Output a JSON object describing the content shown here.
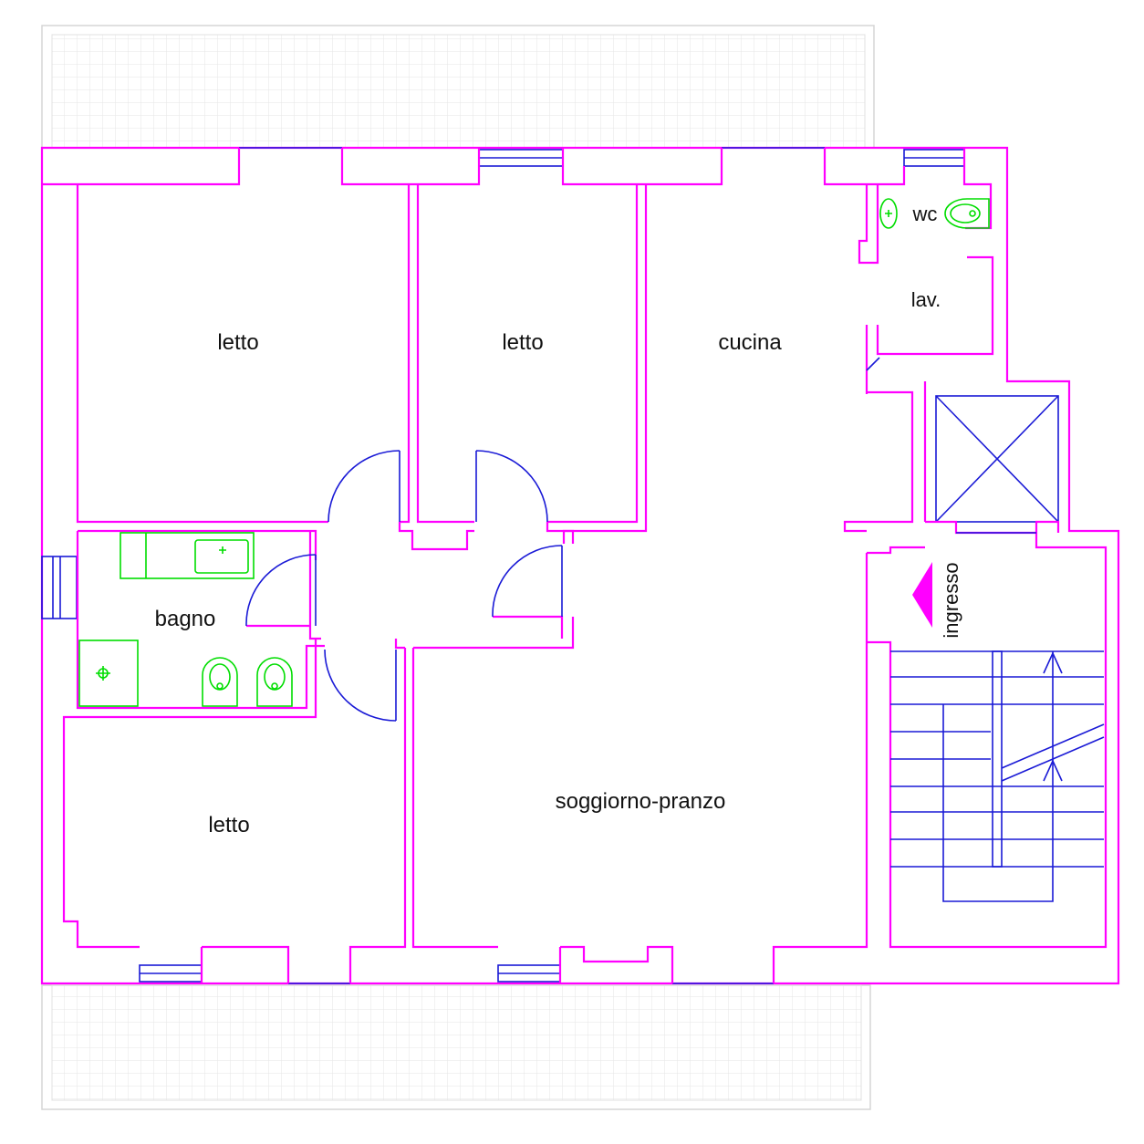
{
  "rooms": {
    "letto_1": "letto",
    "letto_2": "letto",
    "cucina": "cucina",
    "wc": "wc",
    "lavanderia": "lav.",
    "bagno": "bagno",
    "letto_3": "letto",
    "soggiorno": "soggiorno-pranzo",
    "ingresso": "ingresso"
  },
  "colors": {
    "walls": "#ff00ff",
    "openings": "#1a1ad6",
    "fixtures": "#00dd00",
    "terrace_grid": "#e6e6e6"
  }
}
